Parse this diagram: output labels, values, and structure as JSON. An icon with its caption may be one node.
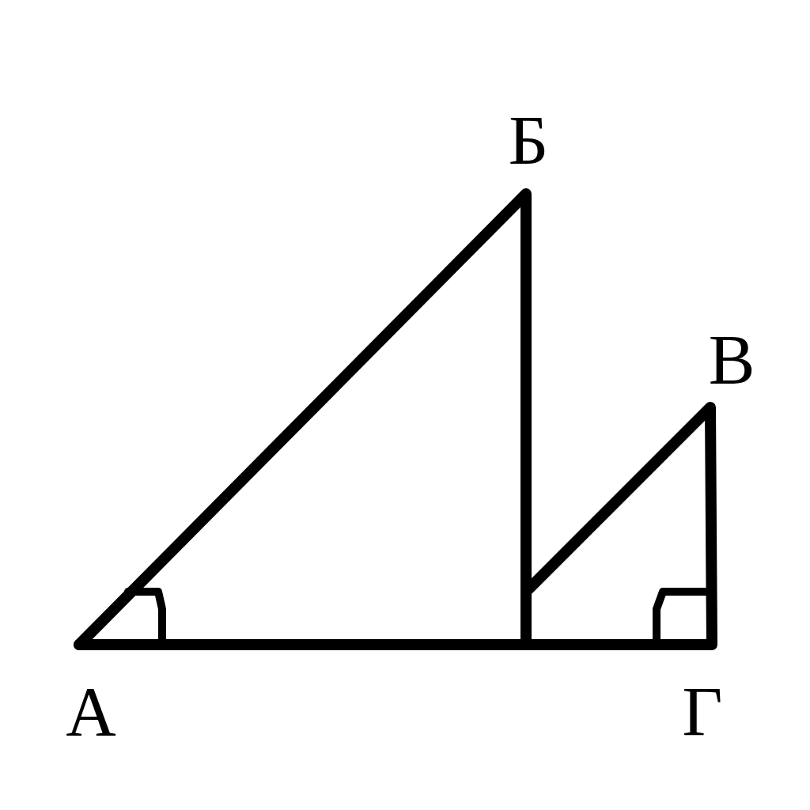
{
  "diagram": {
    "labels": [
      "Б",
      "В",
      "А",
      "Г"
    ]
  }
}
